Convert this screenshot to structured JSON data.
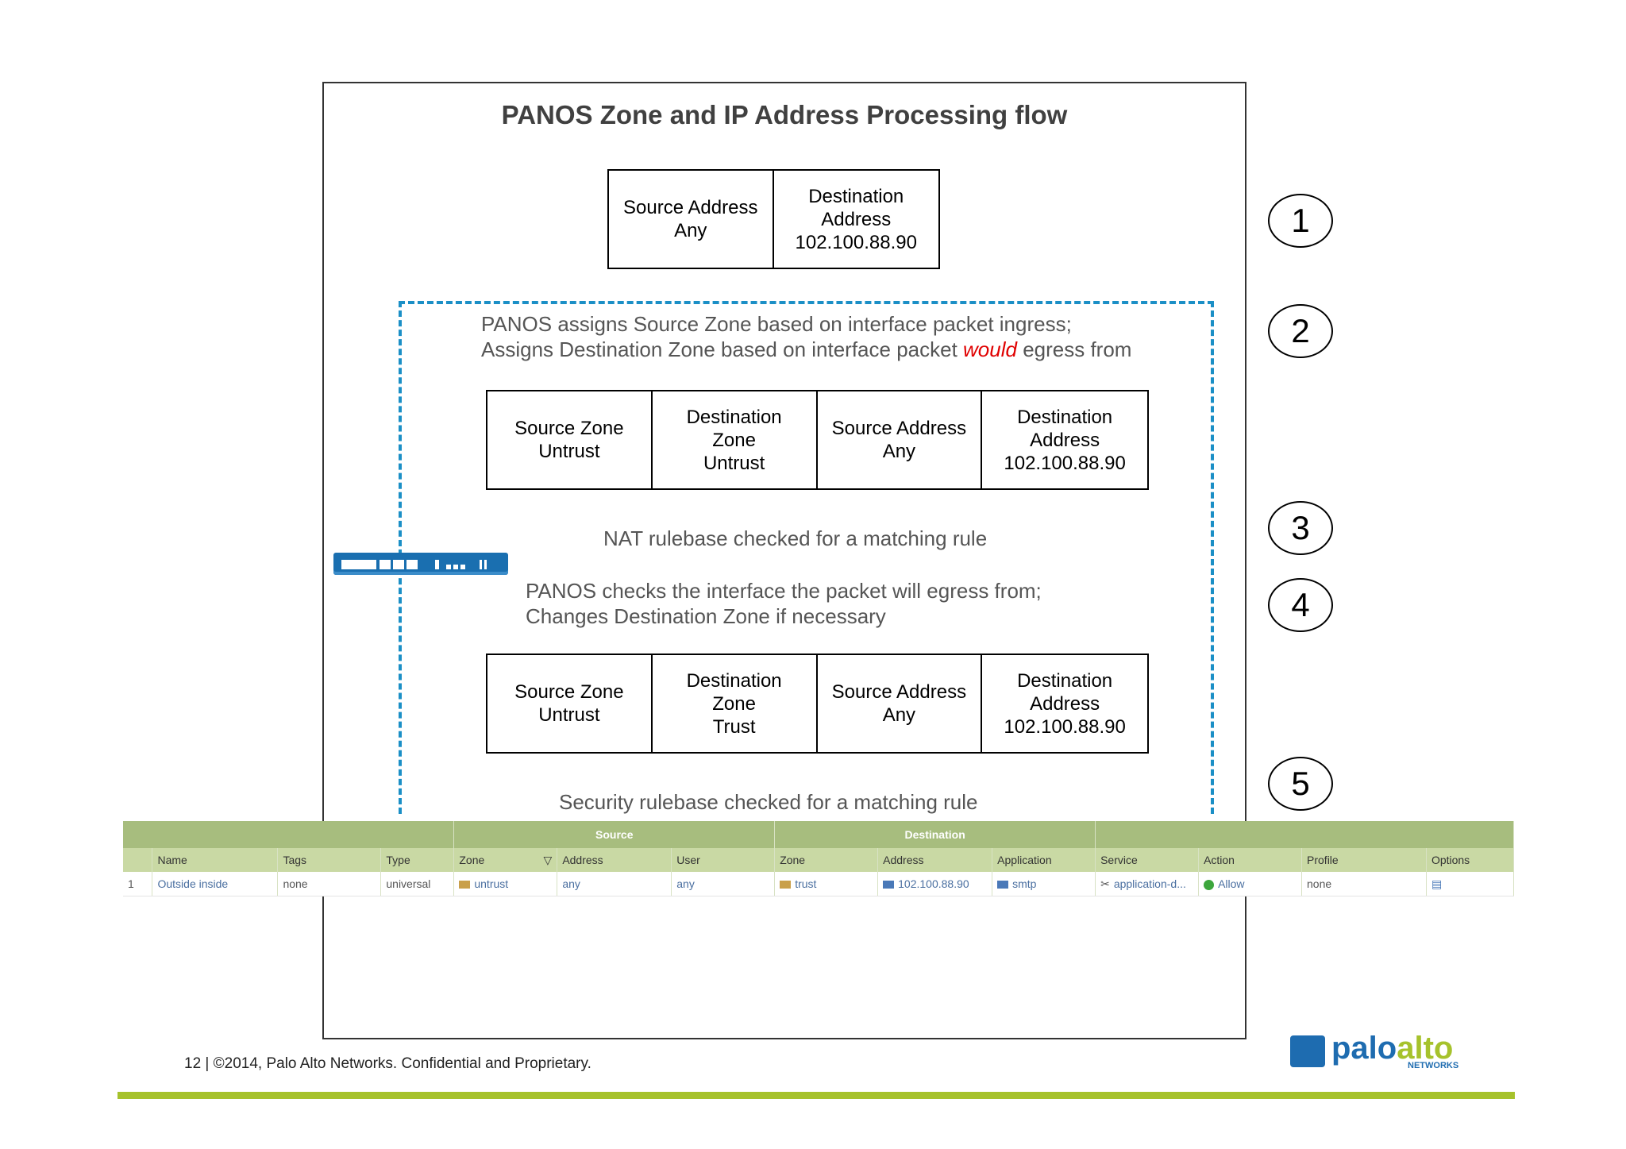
{
  "title": "PANOS Zone and IP Address Processing flow",
  "box1": [
    "Source Address\nAny",
    "Destination\nAddress\n102.100.88.90"
  ],
  "step2_text_a": "PANOS assigns Source Zone based on interface packet ingress;\nAssigns Destination Zone based on  interface packet ",
  "step2_text_em": "would",
  "step2_text_b": " egress from",
  "box2": [
    "Source Zone\nUntrust",
    "Destination\nZone\nUntrust",
    "Source Address\nAny",
    "Destination\nAddress\n102.100.88.90"
  ],
  "step3_text": "NAT rulebase checked for a matching rule",
  "step4_text": "PANOS checks   the interface the packet will egress from;\n Changes Destination Zone if necessary",
  "box3": [
    "Source Zone\nUntrust",
    "Destination\nZone\nTrust",
    "Source Address\nAny",
    "Destination\nAddress\n102.100.88.90"
  ],
  "step5_text": "Security rulebase checked for a matching rule",
  "steps": [
    "1",
    "2",
    "3",
    "4",
    "5"
  ],
  "table": {
    "groups": {
      "source": "Source",
      "destination": "Destination"
    },
    "headers": [
      "Name",
      "Tags",
      "Type",
      "Zone",
      "Address",
      "User",
      "Zone",
      "Address",
      "Application",
      "Service",
      "Action",
      "Profile",
      "Options"
    ],
    "row": {
      "num": "1",
      "name": "Outside inside",
      "tags": "none",
      "type": "universal",
      "src_zone": "untrust",
      "src_addr": "any",
      "user": "any",
      "dst_zone": "trust",
      "dst_addr": "102.100.88.90",
      "application": "smtp",
      "service": "application-d...",
      "action": "Allow",
      "profile": "none"
    }
  },
  "footer": "12  |  ©2014, Palo Alto Networks. Confidential and Proprietary.",
  "logo": {
    "word_a": "palo",
    "word_b": "alto",
    "sub": "NETWORKS"
  },
  "colors": {
    "dashed": "#1b8fc6",
    "accent_green": "#a6c22c",
    "brand_blue": "#1e6cb0",
    "emphasis": "#e00000"
  }
}
